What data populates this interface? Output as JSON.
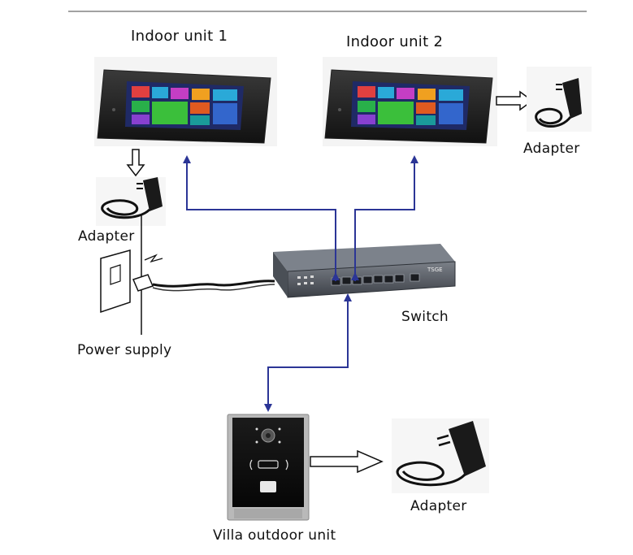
{
  "labels": {
    "indoor1": "Indoor unit 1",
    "indoor2": "Indoor unit 2",
    "adapter_top_right": "Adapter",
    "adapter_left": "Adapter",
    "switch": "Switch",
    "power_supply": "Power supply",
    "adapter_bottom": "Adapter",
    "outdoor": "Villa outdoor unit",
    "switch_brand": "TSGE"
  },
  "colors": {
    "network_arrow": "#2b3596",
    "device_dark": "#2a2a2a",
    "switch_body": "#5a5f66"
  }
}
